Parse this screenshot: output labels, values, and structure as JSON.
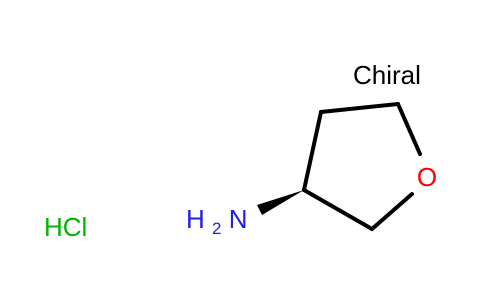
{
  "chirality_label": "Chiral",
  "salt_label": "HCl",
  "atoms": {
    "oxygen": "O",
    "amine_h": "H",
    "amine_subscript": "2",
    "amine_n": "N"
  },
  "colors": {
    "bond": "#000000",
    "oxygen": "#ff0000",
    "nitrogen": "#1f1fe6",
    "salt": "#00b300",
    "text": "#000000"
  }
}
